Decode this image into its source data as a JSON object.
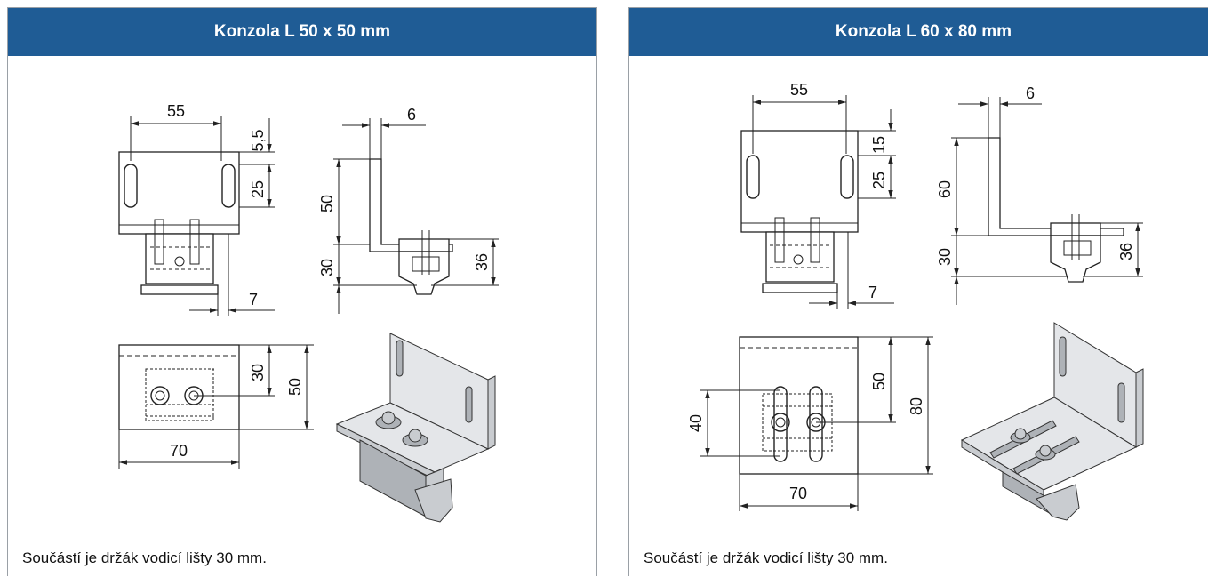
{
  "panels": [
    {
      "title": "Konzola L 50 x 50 mm",
      "caption": "Součástí je držák vodicí lišty 30 mm.",
      "dims": {
        "top_width": "55",
        "top_gap": "5,5",
        "slot_len": "25",
        "side_thickness": "6",
        "side_height": "50",
        "rail_height": "30",
        "rail_depth": "36",
        "offset": "7",
        "plan_depth": "30",
        "plan_total": "50",
        "plan_width": "70"
      }
    },
    {
      "title": "Konzola L 60 x 80 mm",
      "caption": "Součástí je držák vodicí lišty 30 mm.",
      "dims": {
        "top_width": "55",
        "top_gap": "15",
        "slot_len": "25",
        "side_thickness": "6",
        "side_height": "60",
        "rail_height": "30",
        "rail_depth": "36",
        "offset": "7",
        "plan_slot": "40",
        "plan_depth": "50",
        "plan_total": "80",
        "plan_width": "70"
      }
    }
  ]
}
